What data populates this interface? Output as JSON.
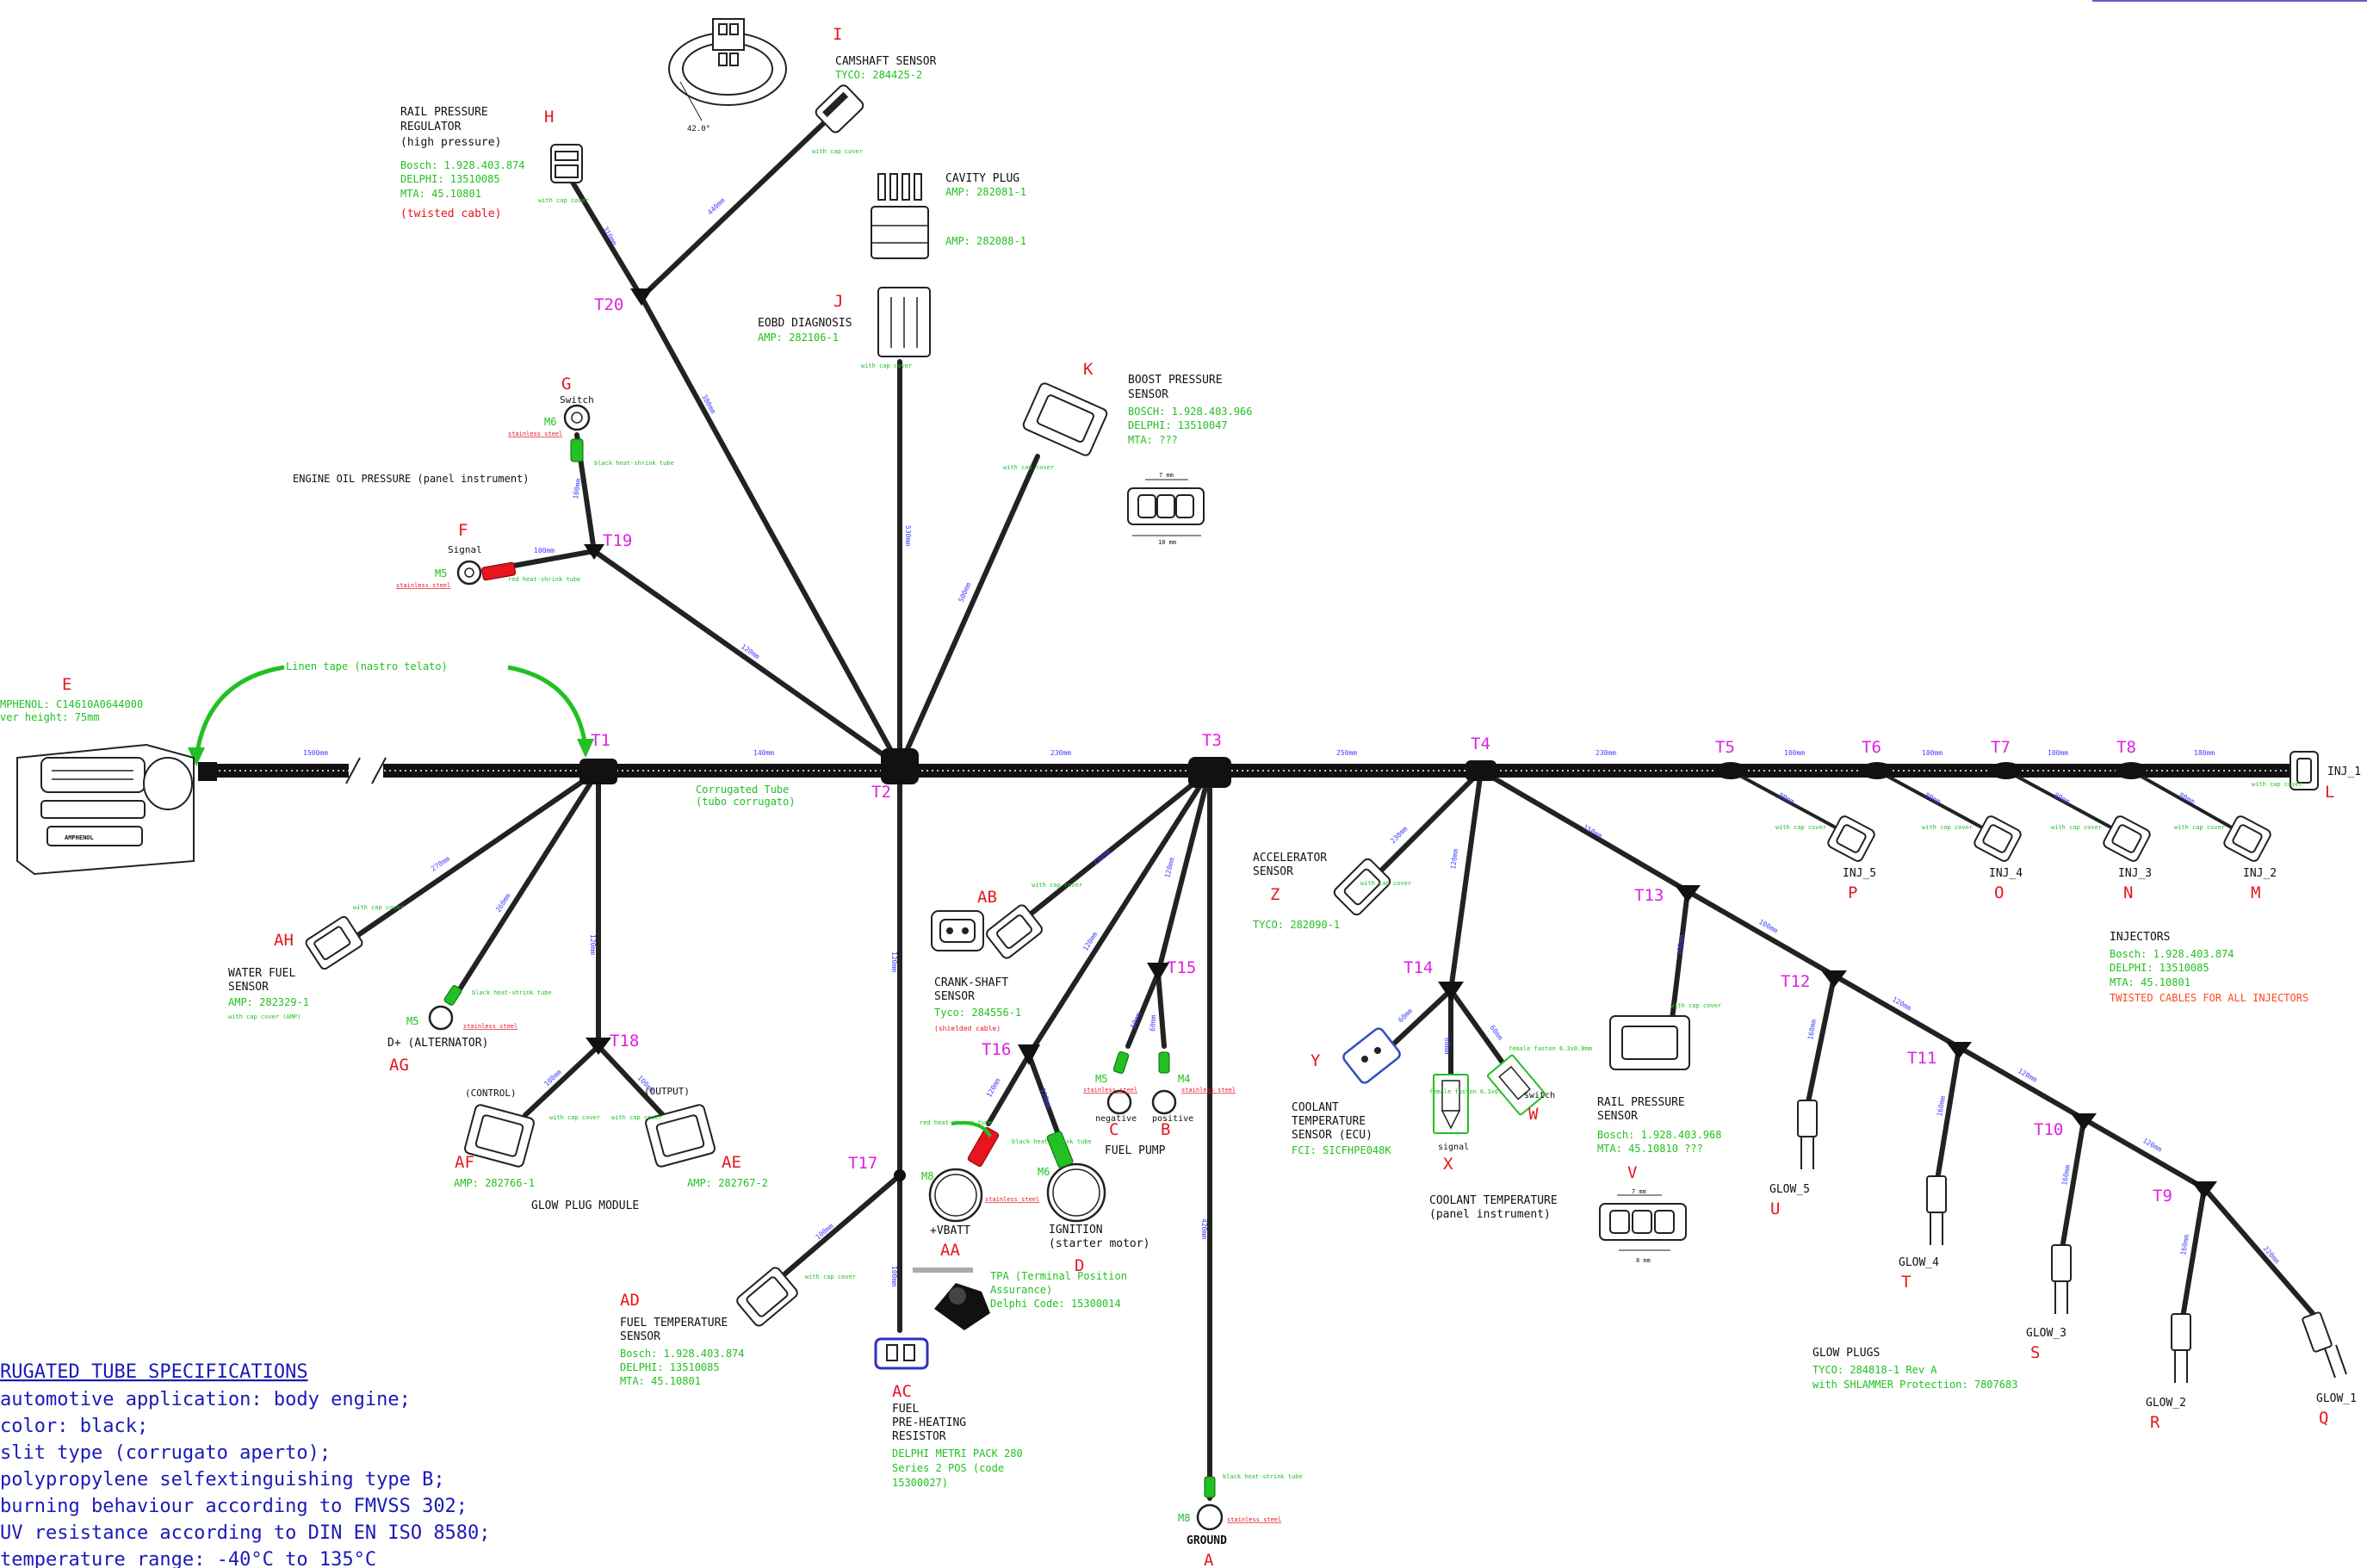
{
  "connectors": {
    "I": {
      "letter": "I",
      "name": "CAMSHAFT SENSOR",
      "part": "TYCO: 284425-2",
      "dim": "42.0°",
      "cap": "with cap cover"
    },
    "H": {
      "letter": "H",
      "name1": "RAIL PRESSURE",
      "name2": "REGULATOR",
      "name3": "(high pressure)",
      "p1": "Bosch: 1.928.403.874",
      "p2": "DELPHI: 13510085",
      "p3": "MTA: 45.10801",
      "note": "(twisted cable)",
      "cap": "with cap cover"
    },
    "CP": {
      "name": "CAVITY PLUG",
      "p1": "AMP: 282081-1",
      "p2": "AMP: 282088-1"
    },
    "J": {
      "letter": "J",
      "name": "EOBD DIAGNOSIS",
      "part": "AMP: 282106-1",
      "cap": "with cap cover"
    },
    "K": {
      "letter": "K",
      "name1": "BOOST PRESSURE",
      "name2": "SENSOR",
      "p1": "BOSCH: 1.928.403.966",
      "p2": "DELPHI: 13510047",
      "p3": "MTA: ???",
      "dim1": "7 mm",
      "dim2": "18 mm",
      "cap": "with cap cover"
    },
    "G": {
      "letter": "G",
      "label": "Switch",
      "bolt": "M6",
      "material": "stainless steel",
      "tube": "black heat-shrink tube"
    },
    "EOP": {
      "name": "ENGINE OIL PRESSURE (panel instrument)"
    },
    "F": {
      "letter": "F",
      "label": "Signal",
      "bolt": "M5",
      "material": "stainless steel",
      "tube": "red heat-shrink tube"
    },
    "E": {
      "letter": "E",
      "p1": "MPHENOL: C14610A0644000",
      "p2": "ver height: 75mm",
      "brand": "AMPHENOL"
    },
    "AH": {
      "letter": "AH",
      "name1": "WATER FUEL",
      "name2": "SENSOR",
      "part": "AMP: 282329-1",
      "note": "with cap cover (AMP)",
      "cap": "with cap cover"
    },
    "AG": {
      "letter": "AG",
      "name": "D+ (ALTERNATOR)",
      "bolt": "M5",
      "material": "stainless steel",
      "tube": "black heat-shrink tube"
    },
    "AF": {
      "letter": "AF",
      "name": "(CONTROL)",
      "part": "AMP: 282766-1",
      "cap": "with cap cover"
    },
    "AE": {
      "letter": "AE",
      "name": "(OUTPUT)",
      "part": "AMP: 282767-2",
      "cap": "with cap cover"
    },
    "GPM": {
      "name": "GLOW PLUG MODULE"
    },
    "AD": {
      "letter": "AD",
      "name1": "FUEL TEMPERATURE",
      "name2": "SENSOR",
      "p1": "Bosch: 1.928.403.874",
      "p2": "DELPHI: 13510085",
      "p3": "MTA: 45.10801",
      "cap": "with cap cover"
    },
    "AC": {
      "letter": "AC",
      "name1": "FUEL",
      "name2": "PRE-HEATING",
      "name3": "RESISTOR",
      "p1": "DELPHI METRI PACK 280",
      "p2": "Series 2 POS (code",
      "p3": "15300027)"
    },
    "TPA": {
      "p1": "TPA (Terminal Position",
      "p2": "Assurance)",
      "p3": "Delphi Code: 15300014"
    },
    "AB": {
      "letter": "AB",
      "name1": "CRANK-SHAFT",
      "name2": "SENSOR",
      "part": "Tyco: 284556-1",
      "note": "(shielded cable)",
      "cap": "with cap cover"
    },
    "AA": {
      "letter": "AA",
      "name": "+VBATT",
      "bolt": "M8",
      "material": "stainless steel",
      "tube": "red heat-shrink tube"
    },
    "D": {
      "letter": "D",
      "name1": "IGNITION",
      "name2": "(starter motor)",
      "bolt": "M6",
      "tube": "black heat-shrink tube"
    },
    "C": {
      "letter": "C",
      "label": "negative",
      "bolt": "M5",
      "material": "stainless steel"
    },
    "B": {
      "letter": "B",
      "label": "positive",
      "bolt": "M4",
      "material": "stainless steel"
    },
    "FP": {
      "name": "FUEL PUMP"
    },
    "A": {
      "letter": "A",
      "name": "GROUND",
      "bolt": "M8",
      "material": "stainless steel",
      "tube": "black heat-shrink tube"
    },
    "Z": {
      "letter": "Z",
      "name1": "ACCELERATOR",
      "name2": "SENSOR",
      "part": "TYCO: 282090-1",
      "cap": "with cap cover"
    },
    "Y": {
      "letter": "Y",
      "name1": "COOLANT",
      "name2": "TEMPERATURE",
      "name3": "SENSOR (ECU)",
      "part": "FCI: SICFHPE048K"
    },
    "X": {
      "letter": "X",
      "label": "signal",
      "note": "female faston 6.3x0.8mm"
    },
    "W": {
      "letter": "W",
      "label": "switch",
      "note": "female faston 6.3x0.8mm"
    },
    "CTP": {
      "name1": "COOLANT TEMPERATURE",
      "name2": "(panel instrument)"
    },
    "V": {
      "letter": "V",
      "name1": "RAIL PRESSURE",
      "name2": "SENSOR",
      "p1": "Bosch: 1.928.403.968",
      "p2": "MTA: 45.10810 ???",
      "dim1": "7 mm",
      "dim2": "8 mm",
      "cap": "with cap cover"
    },
    "L": {
      "letter": "L",
      "name": "INJ_1",
      "cap": "with cap cover"
    },
    "P": {
      "letter": "P",
      "name": "INJ_5",
      "cap": "with cap cover"
    },
    "O": {
      "letter": "O",
      "name": "INJ_4",
      "cap": "with cap cover"
    },
    "N": {
      "letter": "N",
      "name": "INJ_3",
      "cap": "with cap cover"
    },
    "M": {
      "letter": "M",
      "name": "INJ_2",
      "cap": "with cap cover"
    },
    "INJ": {
      "name": "INJECTORS",
      "p1": "Bosch: 1.928.403.874",
      "p2": "DELPHI: 13510085",
      "p3": "MTA: 45.10801",
      "note": "TWISTED CABLES FOR ALL INJECTORS"
    },
    "U": {
      "letter": "U",
      "name": "GLOW_5"
    },
    "T": {
      "letter": "T",
      "name": "GLOW_4"
    },
    "S": {
      "letter": "S",
      "name": "GLOW_3"
    },
    "R": {
      "letter": "R",
      "name": "GLOW_2"
    },
    "Q": {
      "letter": "Q",
      "name": "GLOW_1"
    },
    "GP": {
      "name": "GLOW PLUGS",
      "p1": "TYCO: 284818-1 Rev A",
      "p2": "with SHLAMMER Protection: 7807683"
    }
  },
  "nodes": [
    "T1",
    "T2",
    "T3",
    "T4",
    "T5",
    "T6",
    "T7",
    "T8",
    "T9",
    "T10",
    "T11",
    "T12",
    "T13",
    "T14",
    "T15",
    "T16",
    "T17",
    "T18",
    "T19",
    "T20"
  ],
  "lengths": {
    "t1_e": "1500mm",
    "t1_t2": "140mm",
    "t2_t3": "230mm",
    "t3_t4": "250mm",
    "t4_t5": "230mm",
    "t5_t6": "100mm",
    "t6_t7": "100mm",
    "t7_t8": "100mm",
    "t8_l": "180mm",
    "inj5": "80mm",
    "inj4": "80mm",
    "inj3": "80mm",
    "inj2": "80mm",
    "h": "310mm",
    "i": "440mm",
    "t20": "380mm",
    "j": "530mm",
    "k": "500mm",
    "t19": "120mm",
    "g": "100mm",
    "f": "100mm",
    "ah": "270mm",
    "ag": "260mm",
    "t18": "120mm",
    "af": "100mm",
    "ae": "100mm",
    "t17": "120mm",
    "ad": "100mm",
    "ac": "100mm",
    "ground": "420mm",
    "ab": "230mm",
    "t16": "120mm",
    "aa": "120mm",
    "d": "120mm",
    "t15": "120mm",
    "c": "60mm",
    "b": "60mm",
    "z": "230mm",
    "t14": "120mm",
    "y": "60mm",
    "x": "60mm",
    "w": "60mm",
    "t13": "150mm",
    "v": "100mm",
    "t12": "100mm",
    "t11": "120mm",
    "t10": "120mm",
    "t9": "120mm",
    "u": "160mm",
    "tgl": "160mm",
    "s": "160mm",
    "r": "160mm",
    "q": "220mm"
  },
  "notes": {
    "linen": "Linen tape (nastro telato)",
    "tube1": "Corrugated Tube",
    "tube2": "(tubo corrugato)"
  },
  "spec": {
    "title": "RUGATED TUBE SPECIFICATIONS",
    "lines": [
      "automotive application: body engine;",
      "color: black;",
      "slit type (corrugato aperto);",
      "polypropylene selfextinguishing type B;",
      "burning behaviour according to FMVSS 302;",
      "UV resistance according to DIN EN ISO 8580;",
      "temperature range: -40°C to 135°C"
    ]
  },
  "colors": {
    "letter": "#e8141e",
    "node": "#e020e0",
    "part": "#22c022",
    "length": "#4040ff",
    "spec": "#1a1ab8"
  }
}
